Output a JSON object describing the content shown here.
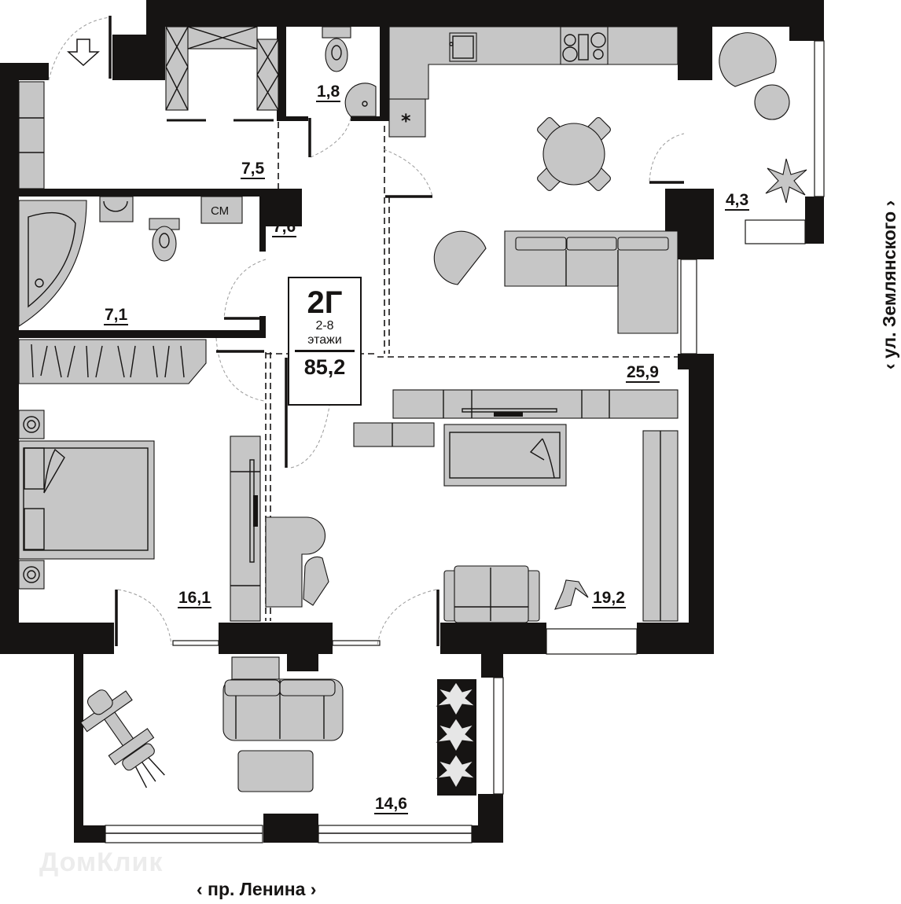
{
  "apartment": {
    "type": "2Г",
    "floors_range": "2-8",
    "floors_label": "этажи",
    "total_area": "85,2"
  },
  "rooms": [
    {
      "id": "hall",
      "area": "7,5"
    },
    {
      "id": "wc",
      "area": "1,8"
    },
    {
      "id": "corridor",
      "area": "7,6"
    },
    {
      "id": "bathroom",
      "area": "7,1"
    },
    {
      "id": "kitchen-living",
      "area": "25,9"
    },
    {
      "id": "balcony",
      "area": "4,3"
    },
    {
      "id": "bedroom",
      "area": "16,1"
    },
    {
      "id": "living-room",
      "area": "19,2"
    },
    {
      "id": "loggia",
      "area": "14,6"
    }
  ],
  "appliances": {
    "washing_machine_label": "СМ",
    "fridge_symbol": "*"
  },
  "streets": {
    "bottom": "‹ пр. Ленина ›",
    "right": "‹ ул. Землянского ›"
  },
  "watermark": "ДомКлик",
  "colors": {
    "wall": "#161413",
    "furniture": "#c6c6c6",
    "background": "#ffffff"
  }
}
